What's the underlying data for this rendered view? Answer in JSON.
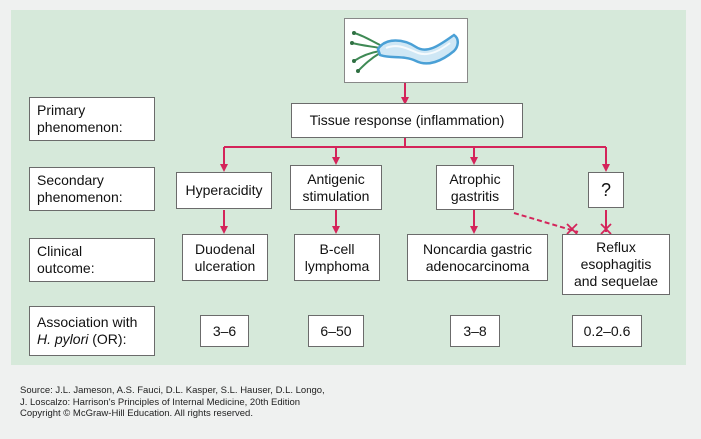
{
  "row_labels": {
    "primary": "Primary\nphenomenon:",
    "secondary": "Secondary\nphenomenon:",
    "clinical": "Clinical\noutcome:",
    "association_prefix": "Association with",
    "association_organism": "H. pylori",
    "association_suffix": " (OR):"
  },
  "primary_box": "Tissue response (inflammation)",
  "secondary_boxes": [
    "Hyperacidity",
    "Antigenic\nstimulation",
    "Atrophic\ngastritis",
    "?"
  ],
  "outcome_boxes": [
    "Duodenal\nulceration",
    "B-cell\nlymphoma",
    "Noncardia gastric\nadenocarcinoma",
    "Reflux\nesophagitis\nand sequelae"
  ],
  "odds_ratios": [
    "3–6",
    "6–50",
    "3–8",
    "0.2–0.6"
  ],
  "source_text": "Source: J.L. Jameson, A.S. Fauci, D.L. Kasper, S.L. Hauser, D.L. Longo,\nJ. Loscalzo: Harrison's Principles of Internal Medicine, 20th Edition\nCopyright © McGraw-Hill Education. All rights reserved.",
  "colors": {
    "panel": "#d6e9da",
    "arrow": "#d4245a",
    "bacterium": "#4aa0d6",
    "flagella": "#3f8a55"
  },
  "icons": {
    "bacterium": "h-pylori-bacterium-icon"
  }
}
